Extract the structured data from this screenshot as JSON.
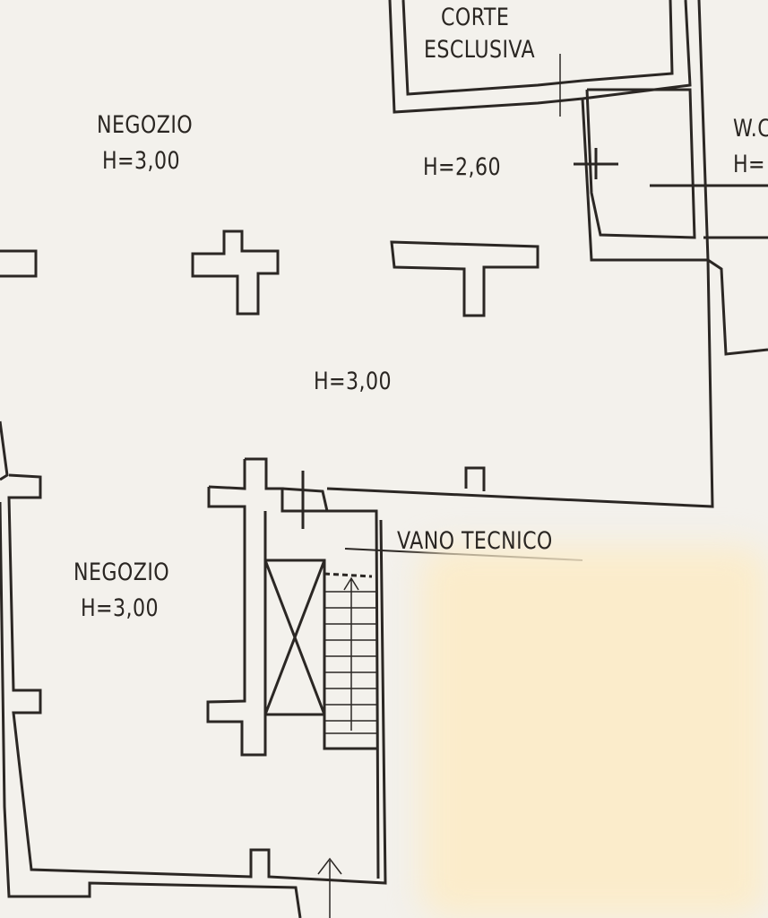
{
  "plan": {
    "rooms": [
      {
        "name": "NEGOZIO",
        "height": "H=3,00"
      },
      {
        "name": "NEGOZIO",
        "height": "H=3,00"
      },
      {
        "name": "CORTE ESCLUSIVA",
        "line1": "CORTE",
        "line2": "ESCLUSIVA"
      },
      {
        "name": "W.C",
        "height": "H="
      }
    ],
    "heights": {
      "corridor": "H=2,60",
      "central": "H=3,00"
    },
    "technical_room": "VANO TECNICO"
  }
}
